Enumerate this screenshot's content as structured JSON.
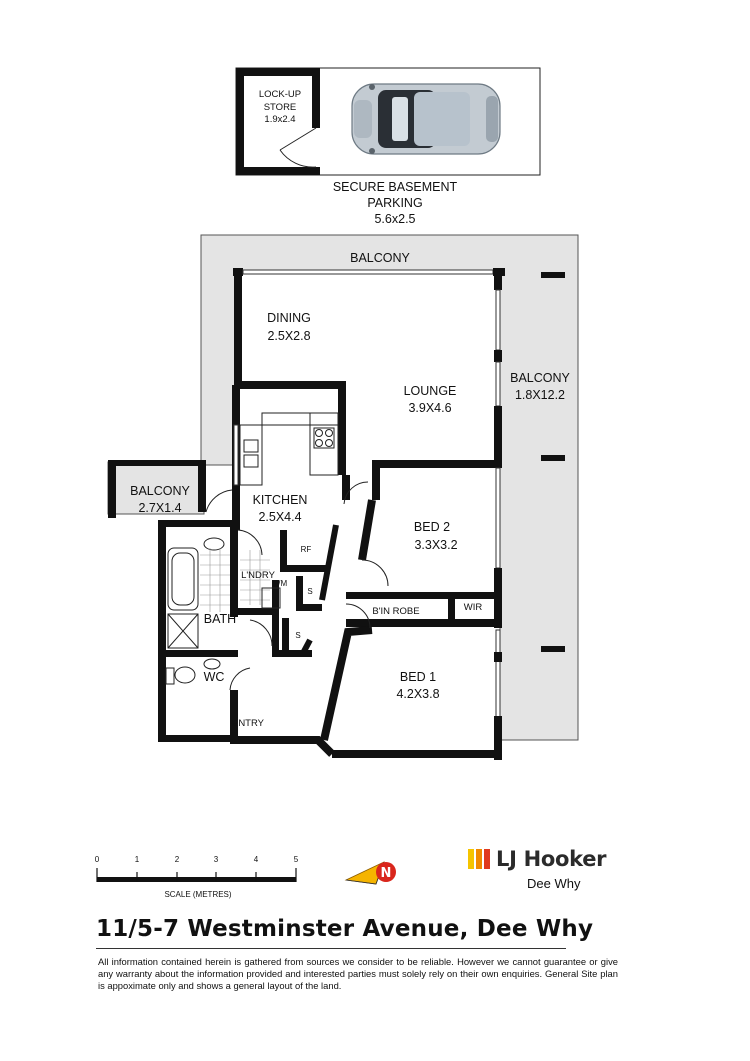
{
  "rooms": {
    "lockup_store": {
      "name_line1": "LOCK-UP",
      "name_line2": "STORE",
      "size": "1.9x2.4"
    },
    "parking": {
      "name_line1": "SECURE BASEMENT",
      "name_line2": "PARKING",
      "size": "5.6x2.5"
    },
    "balcony_top": {
      "name": "BALCONY"
    },
    "dining": {
      "name": "DINING",
      "size": "2.5X2.8"
    },
    "lounge": {
      "name": "LOUNGE",
      "size": "3.9X4.6"
    },
    "balcony_right": {
      "name": "BALCONY",
      "size": "1.8X12.2"
    },
    "balcony_left": {
      "name": "BALCONY",
      "size": "2.7X1.4"
    },
    "kitchen": {
      "name": "KITCHEN",
      "size": "2.5X4.4"
    },
    "bed2": {
      "name": "BED 2",
      "size": "3.3X3.2"
    },
    "bed1": {
      "name": "BED 1",
      "size": "4.2X3.8"
    },
    "laundry": {
      "name": "L'NDRY"
    },
    "bath": {
      "name": "BATH"
    },
    "wc": {
      "name": "WC"
    },
    "entry": {
      "name": "ENTRY"
    },
    "robe": {
      "name": "B'IN ROBE"
    },
    "wir": {
      "name": "WIR"
    },
    "fridge": {
      "name": "RF"
    },
    "washing_machine": {
      "name": "WM"
    },
    "storage_1": {
      "name": "S"
    },
    "storage_2": {
      "name": "S"
    }
  },
  "scale": {
    "ticks": [
      "0",
      "1",
      "2",
      "3",
      "4",
      "5"
    ],
    "label": "SCALE (METRES)"
  },
  "north_arrow": {
    "letter": "N",
    "icon": "north-arrow-icon"
  },
  "branding": {
    "name": "LJ Hooker",
    "office": "Dee Why",
    "colors": [
      "#f5c400",
      "#f08a00",
      "#e03a1e"
    ]
  },
  "address": "11/5-7 Westminster Avenue, Dee Why",
  "disclaimer": "All information contained herein is gathered from sources we consider to be reliable.  However we cannot guarantee or give any warranty about the information provided and interested parties must solely rely on their own enquiries.  General Site plan is appoximate only and shows a general layout of the land."
}
